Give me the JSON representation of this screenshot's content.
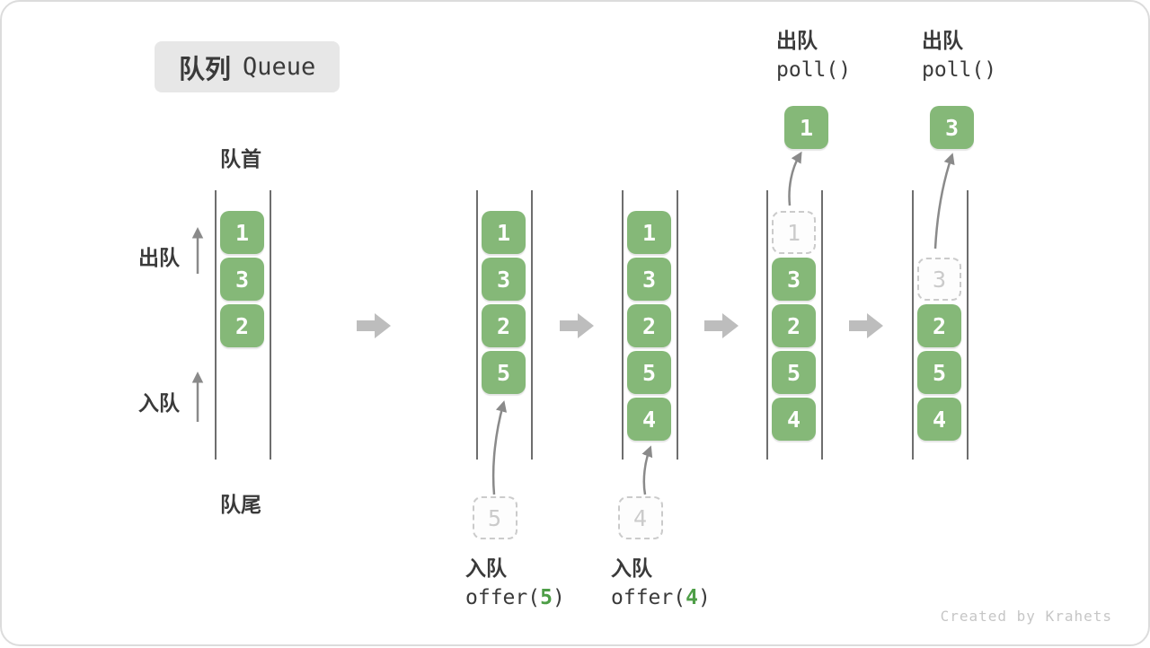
{
  "title": {
    "zh": "队列",
    "en": "Queue"
  },
  "side_labels": {
    "front": "队首",
    "rear": "队尾",
    "dequeue": "出队",
    "enqueue": "入队"
  },
  "stages": [
    {
      "cells": [
        {
          "row": 0,
          "value": "1",
          "variant": "solid"
        },
        {
          "row": 1,
          "value": "3",
          "variant": "solid"
        },
        {
          "row": 2,
          "value": "2",
          "variant": "solid"
        }
      ]
    },
    {
      "cells": [
        {
          "row": 0,
          "value": "1",
          "variant": "solid"
        },
        {
          "row": 1,
          "value": "3",
          "variant": "solid"
        },
        {
          "row": 2,
          "value": "2",
          "variant": "solid"
        },
        {
          "row": 3,
          "value": "5",
          "variant": "solid"
        }
      ],
      "pending": {
        "value": "5",
        "label": "入队",
        "code_before": "offer(",
        "code_arg": "5",
        "code_after": ")"
      }
    },
    {
      "cells": [
        {
          "row": 0,
          "value": "1",
          "variant": "solid"
        },
        {
          "row": 1,
          "value": "3",
          "variant": "solid"
        },
        {
          "row": 2,
          "value": "2",
          "variant": "solid"
        },
        {
          "row": 3,
          "value": "5",
          "variant": "solid"
        },
        {
          "row": 4,
          "value": "4",
          "variant": "solid"
        }
      ],
      "pending": {
        "value": "4",
        "label": "入队",
        "code_before": "offer(",
        "code_arg": "4",
        "code_after": ")"
      }
    },
    {
      "cells": [
        {
          "row": 0,
          "value": "1",
          "variant": "dashed"
        },
        {
          "row": 1,
          "value": "3",
          "variant": "solid"
        },
        {
          "row": 2,
          "value": "2",
          "variant": "solid"
        },
        {
          "row": 3,
          "value": "5",
          "variant": "solid"
        },
        {
          "row": 4,
          "value": "4",
          "variant": "solid"
        }
      ],
      "popped": {
        "value": "1",
        "label": "出队",
        "code": "poll()"
      }
    },
    {
      "cells": [
        {
          "row": 1,
          "value": "3",
          "variant": "dashed"
        },
        {
          "row": 2,
          "value": "2",
          "variant": "solid"
        },
        {
          "row": 3,
          "value": "5",
          "variant": "solid"
        },
        {
          "row": 4,
          "value": "4",
          "variant": "solid"
        }
      ],
      "popped": {
        "value": "3",
        "label": "出队",
        "code": "poll()"
      }
    }
  ],
  "footer": "Created by Krahets",
  "colors": {
    "cell_green": "#85b878",
    "code_arg_green": "#4e9e47",
    "badge_bg": "#e7e7e7",
    "text_dark": "#3a3a3a",
    "dashed_gray": "#cbcbcb",
    "flow_arrow_gray": "#bdbdbd",
    "line_gray": "#8a8a8a",
    "wall_gray": "#6e6e6e",
    "footer_gray": "#c6c6c6"
  }
}
